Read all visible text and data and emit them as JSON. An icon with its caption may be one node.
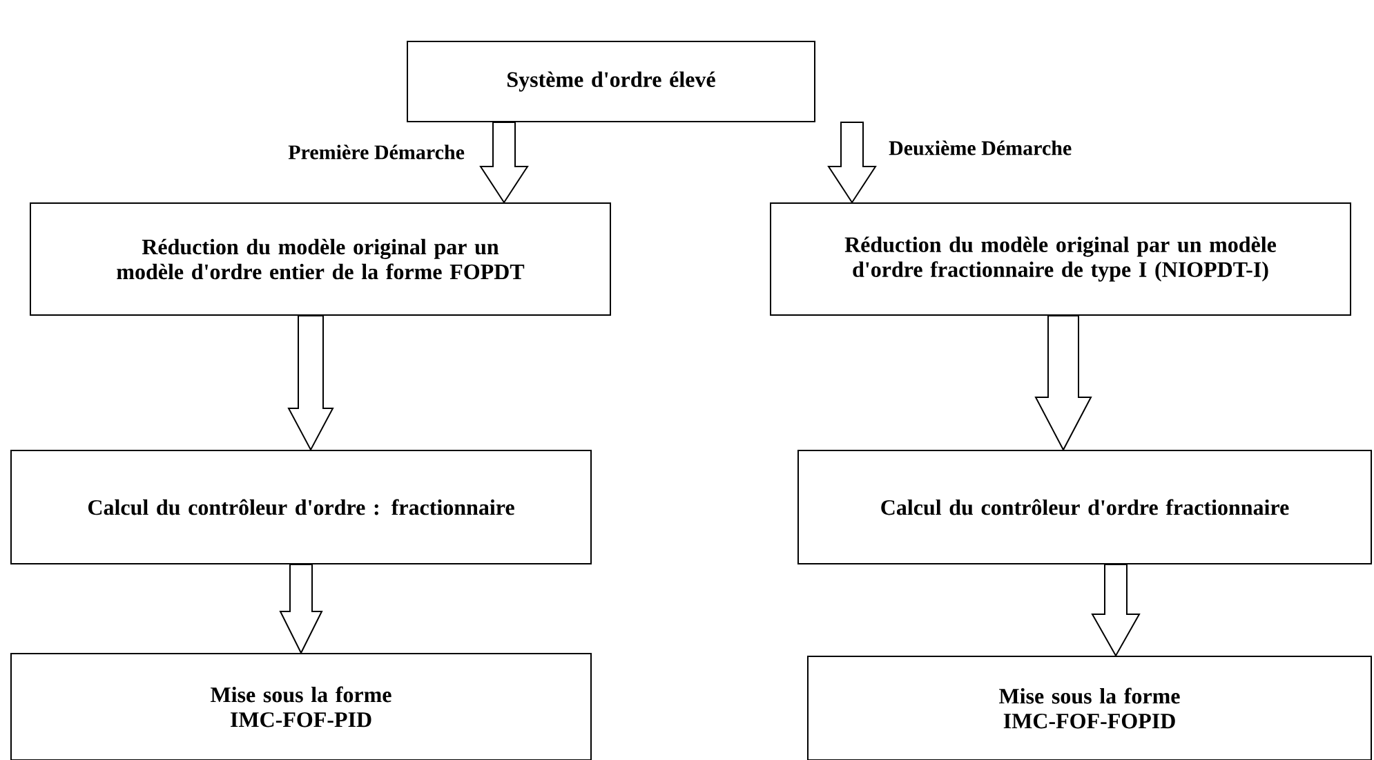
{
  "diagram": {
    "nodes": [
      {
        "text": [
          "Système d'ordre élevé"
        ]
      },
      {
        "text": [
          "Réduction du modèle original par un modèle d'ordre entier de la forme FOPDT"
        ]
      },
      {
        "text": [
          "Réduction du modèle original par un modèle d'ordre fractionnaire de type I (NIOPDT-I)"
        ]
      },
      {
        "text": [
          "Calcul du contrôleur d'ordre : fractionnaire"
        ]
      },
      {
        "text": [
          "Calcul du contrôleur d'ordre fractionnaire"
        ]
      },
      {
        "text": [
          "Mise sous la forme IMC-FOF-PID"
        ]
      },
      {
        "text": [
          "Mise sous la forme IMC-FOF-FOPID"
        ]
      }
    ],
    "edges": [
      {
        "from": 0,
        "to": 1,
        "arrow": "to",
        "label": "Première Démarche"
      },
      {
        "from": 0,
        "to": 2,
        "arrow": "to",
        "label": "Deuxième Démarche"
      },
      {
        "from": 1,
        "to": 3,
        "arrow": "to"
      },
      {
        "from": 2,
        "to": 4,
        "arrow": "to"
      },
      {
        "from": 3,
        "to": 5,
        "arrow": "to"
      },
      {
        "from": 4,
        "to": 6,
        "arrow": "to"
      }
    ]
  }
}
